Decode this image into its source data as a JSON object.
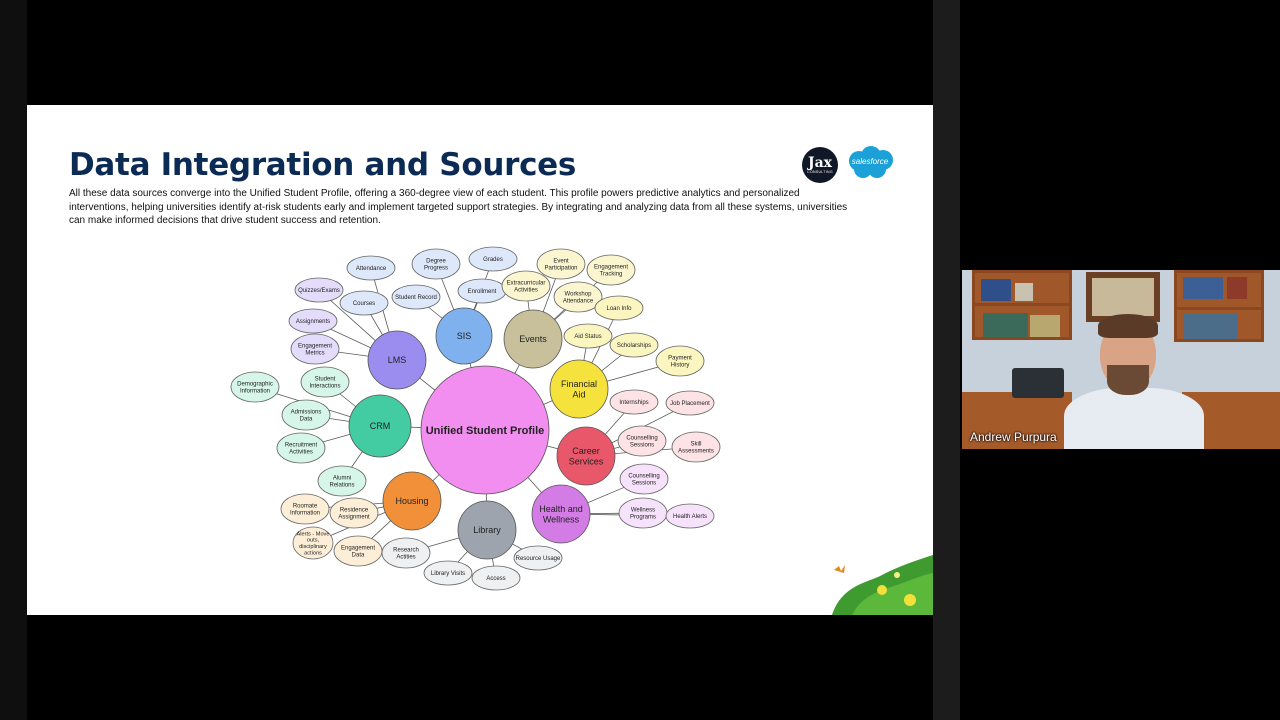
{
  "slide": {
    "title": "Data Integration and Sources",
    "body": "All these data sources converge into the Unified Student Profile, offering a 360-degree view of each student. This profile powers predictive analytics and personalized interventions, helping universities identify at-risk students early and implement targeted support strategies. By integrating and analyzing data from all these systems, universities can make informed decisions that drive student success and retention.",
    "logo_jax_text": "Jax",
    "logo_jax_sub": "CONSULTING",
    "logo_sf_text": "salesforce"
  },
  "diagram": {
    "center": "Unified Student Profile",
    "hubs": {
      "lms": "LMS",
      "sis": "SIS",
      "events": "Events",
      "financial_aid": "Financial Aid",
      "crm": "CRM",
      "career": "Career Services",
      "housing": "Housing",
      "library": "Library",
      "health": "Health and Wellness"
    },
    "leaves": {
      "attendance": "Attendance",
      "quizzes": "Quizzes/Exams",
      "courses": "Courses",
      "assignments": "Assignments",
      "engagement_metrics": "Engagement Metrics",
      "degree_progress": "Degree Progress",
      "grades": "Grades",
      "student_record": "Student Record",
      "enrollment": "Enrollment",
      "event_participation": "Event Participation",
      "engagement_tracking": "Engagement Tracking",
      "extracurricular": "Extracurricular Activities",
      "workshop_attendance": "Workshop Attendance",
      "loan_info": "Loan Info",
      "aid_status": "Aid Status",
      "scholarships": "Scholarships",
      "payment_history": "Payment History",
      "demographic": "Demographic Information",
      "student_interactions": "Student Interactions",
      "admissions": "Admissions Data",
      "recruitment": "Recruitment Activities",
      "alumni": "Alumni Relations",
      "internships": "Internships",
      "job_placement": "Job Placement",
      "counselling_career": "Counselling Sessions",
      "skill_assessments": "Skill Assessments",
      "counselling_health": "Counselling Sessions",
      "wellness_programs": "Wellness Programs",
      "health_alerts": "Health Alerts",
      "roommate": "Roomate Information",
      "residence": "Residence Assignment",
      "alerts_move": "Alerts - Move outs, disciplinary actions",
      "housing_engagement": "Engagement Data",
      "research": "Research Actities",
      "resource_usage": "Resource Usage",
      "library_visits": "Library Visits",
      "access": "Access"
    }
  },
  "video": {
    "participant_name": "Andrew Purpura"
  },
  "colors": {
    "title": "#0b2a54",
    "lms": "#9b8cf0",
    "sis": "#7fb1ee",
    "events": "#c7c09b",
    "financial_aid": "#f6e23c",
    "crm": "#43cba2",
    "career": "#e9586a",
    "housing": "#f2903a",
    "library": "#9da4ad",
    "health": "#d47ce6",
    "center": "#f28ef0"
  }
}
